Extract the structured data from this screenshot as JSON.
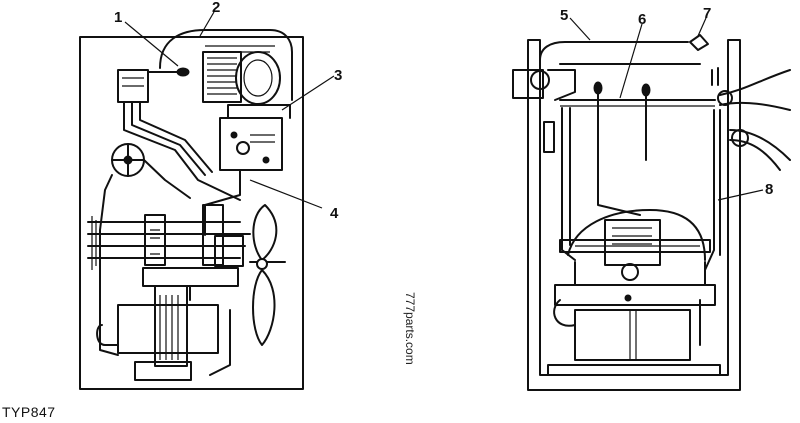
{
  "figure_label": "TYP847",
  "watermark": "777parts.com",
  "callouts": [
    "1",
    "2",
    "3",
    "4",
    "5",
    "6",
    "7",
    "8"
  ]
}
